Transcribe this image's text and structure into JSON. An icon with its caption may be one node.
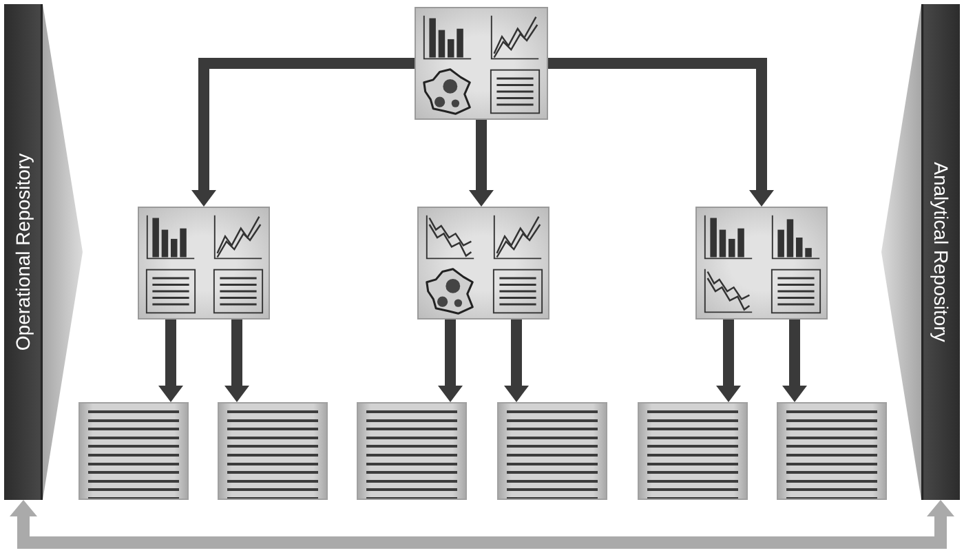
{
  "diagram": {
    "nodes": [
      {
        "text": [
          "Operational Repository"
        ]
      },
      {
        "text": [],
        "shape": "picture"
      },
      {
        "text": [],
        "shape": "picture"
      },
      {
        "text": [],
        "shape": "picture"
      },
      {
        "text": [],
        "shape": "picture"
      },
      {
        "text": [],
        "shape": "box"
      },
      {
        "text": [],
        "shape": "box"
      },
      {
        "text": [],
        "shape": "box"
      },
      {
        "text": [],
        "shape": "box"
      },
      {
        "text": [],
        "shape": "box"
      },
      {
        "text": [],
        "shape": "box"
      },
      {
        "text": [
          "Analytical Repository"
        ]
      }
    ],
    "edges": [
      {
        "from": 1,
        "to": 2,
        "arrow": "to"
      },
      {
        "from": 1,
        "to": 3,
        "arrow": "to"
      },
      {
        "from": 1,
        "to": 4,
        "arrow": "to"
      },
      {
        "from": 2,
        "to": 5,
        "arrow": "to"
      },
      {
        "from": 2,
        "to": 6,
        "arrow": "to"
      },
      {
        "from": 3,
        "to": 7,
        "arrow": "to"
      },
      {
        "from": 3,
        "to": 8,
        "arrow": "to"
      },
      {
        "from": 4,
        "to": 9,
        "arrow": "to"
      },
      {
        "from": 4,
        "to": 10,
        "arrow": "to"
      },
      {
        "from": 0,
        "to": 11,
        "arrow": "both",
        "color": "#aaaaaa"
      }
    ]
  }
}
